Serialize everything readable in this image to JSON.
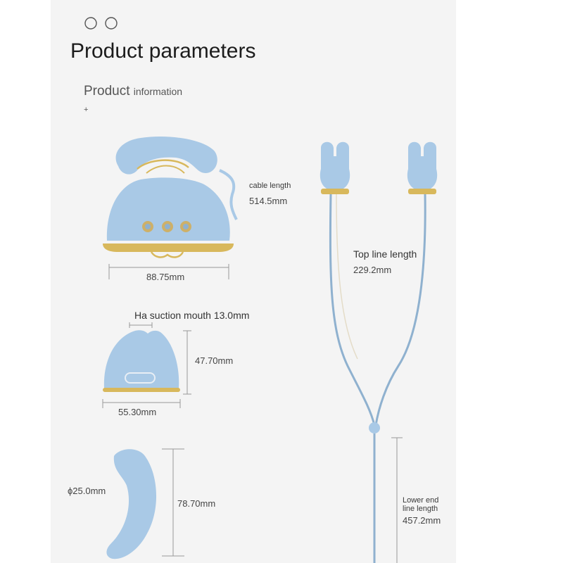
{
  "header": {
    "icons": [
      "circle-icon",
      "circle-icon"
    ],
    "title": "Product parameters",
    "subtitle_main": "Product",
    "subtitle_small": "information",
    "plus": "+"
  },
  "colors": {
    "panel": "#f4f4f4",
    "product_blue": "#a9c9e6",
    "gold": "#d8b85c"
  },
  "labels": {
    "cable_length_label": "cable length",
    "cable_length_value": "514.5mm",
    "width_top": "88.75mm",
    "suction_mouth": "Ha suction mouth 13.0mm",
    "height_mid": "47.70mm",
    "width_mid": "55.30mm",
    "diameter": "ϕ25.0mm",
    "length_bottom": "78.70mm",
    "top_line_label": "Top line length",
    "top_line_value": "229.2mm",
    "lower_line_label_1": "Lower end",
    "lower_line_label_2": "line length",
    "lower_line_value": "457.2mm"
  }
}
